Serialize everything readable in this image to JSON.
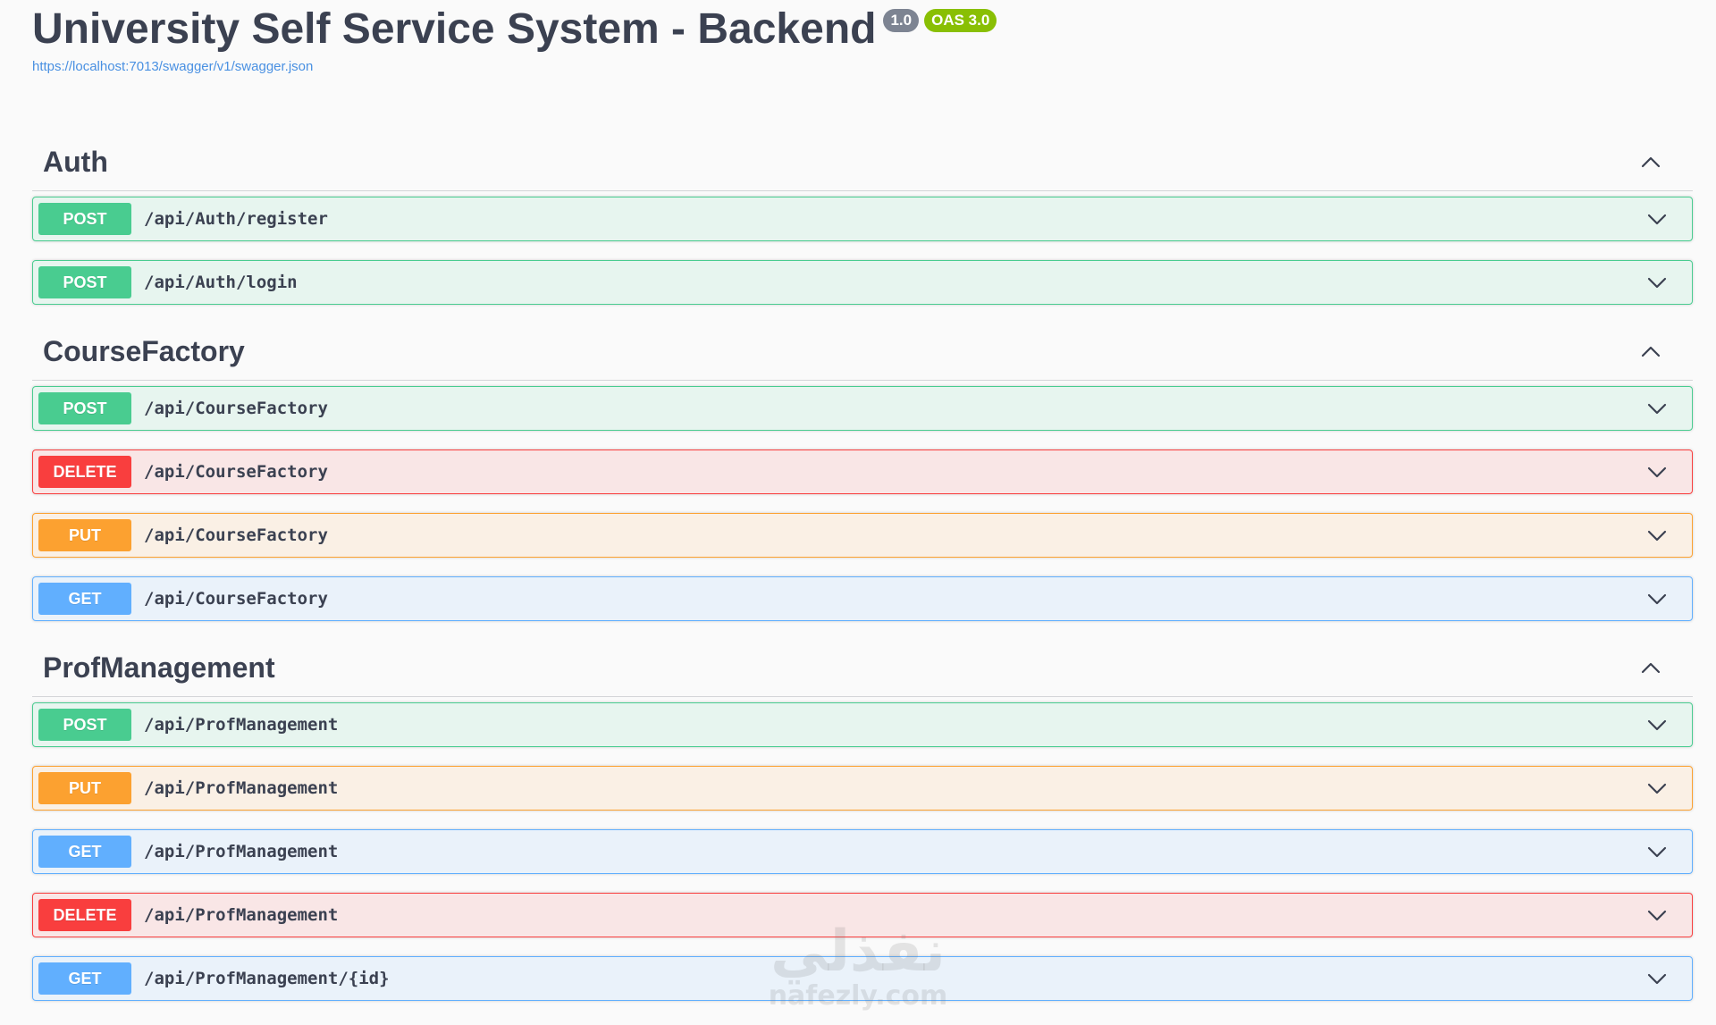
{
  "info": {
    "title": "University Self Service System - Backend",
    "version_badge": "1.0",
    "oas_badge": "OAS 3.0",
    "spec_url": "https://localhost:7013/swagger/v1/swagger.json"
  },
  "colors": {
    "post": "#49cc90",
    "delete": "#f93e3e",
    "put": "#fca130",
    "get": "#61affe",
    "text": "#3b4151",
    "link": "#4990e2"
  },
  "icons": {
    "collapse": "chevron-up-icon",
    "expand": "chevron-down-icon"
  },
  "tags": [
    {
      "name": "Auth",
      "operations": [
        {
          "method": "POST",
          "path": "/api/Auth/register"
        },
        {
          "method": "POST",
          "path": "/api/Auth/login"
        }
      ]
    },
    {
      "name": "CourseFactory",
      "operations": [
        {
          "method": "POST",
          "path": "/api/CourseFactory"
        },
        {
          "method": "DELETE",
          "path": "/api/CourseFactory"
        },
        {
          "method": "PUT",
          "path": "/api/CourseFactory"
        },
        {
          "method": "GET",
          "path": "/api/CourseFactory"
        }
      ]
    },
    {
      "name": "ProfManagement",
      "operations": [
        {
          "method": "POST",
          "path": "/api/ProfManagement"
        },
        {
          "method": "PUT",
          "path": "/api/ProfManagement"
        },
        {
          "method": "GET",
          "path": "/api/ProfManagement"
        },
        {
          "method": "DELETE",
          "path": "/api/ProfManagement"
        },
        {
          "method": "GET",
          "path": "/api/ProfManagement/{id}"
        }
      ]
    }
  ],
  "watermark": {
    "arabic": "نفذلي",
    "latin": "nafezly.com"
  }
}
